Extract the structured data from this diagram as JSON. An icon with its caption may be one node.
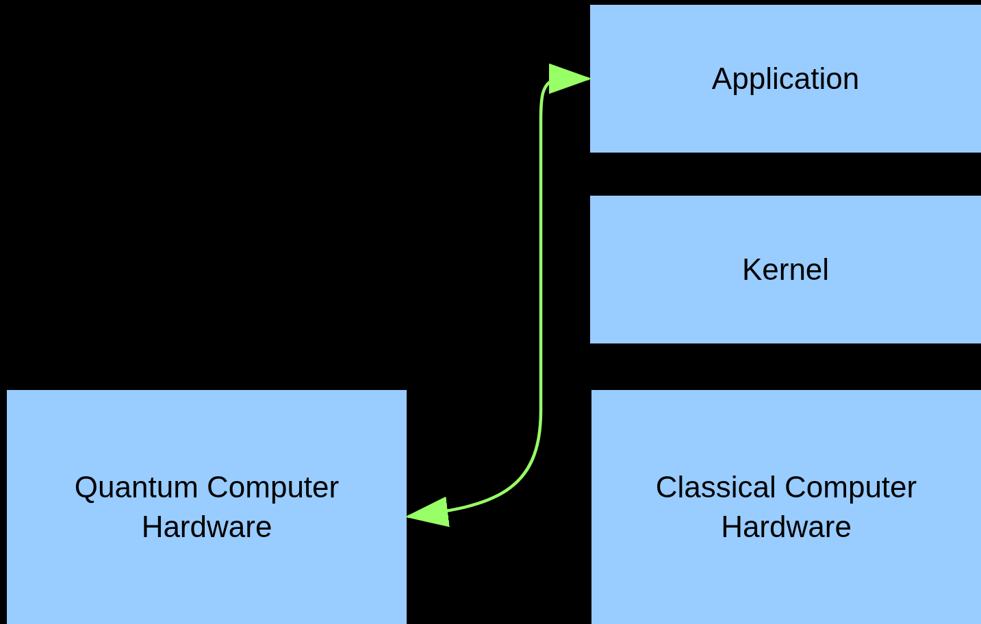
{
  "diagram": {
    "nodes": [
      {
        "text": [
          "Application"
        ]
      },
      {
        "text": [
          "Kernel"
        ]
      },
      {
        "text": [
          "Quantum Computer Hardware"
        ]
      },
      {
        "text": [
          "Classical Computer Hardware"
        ]
      }
    ],
    "edges": [
      {
        "from": 0,
        "to": 2,
        "arrow": "both",
        "color": "#99ff66"
      }
    ]
  }
}
